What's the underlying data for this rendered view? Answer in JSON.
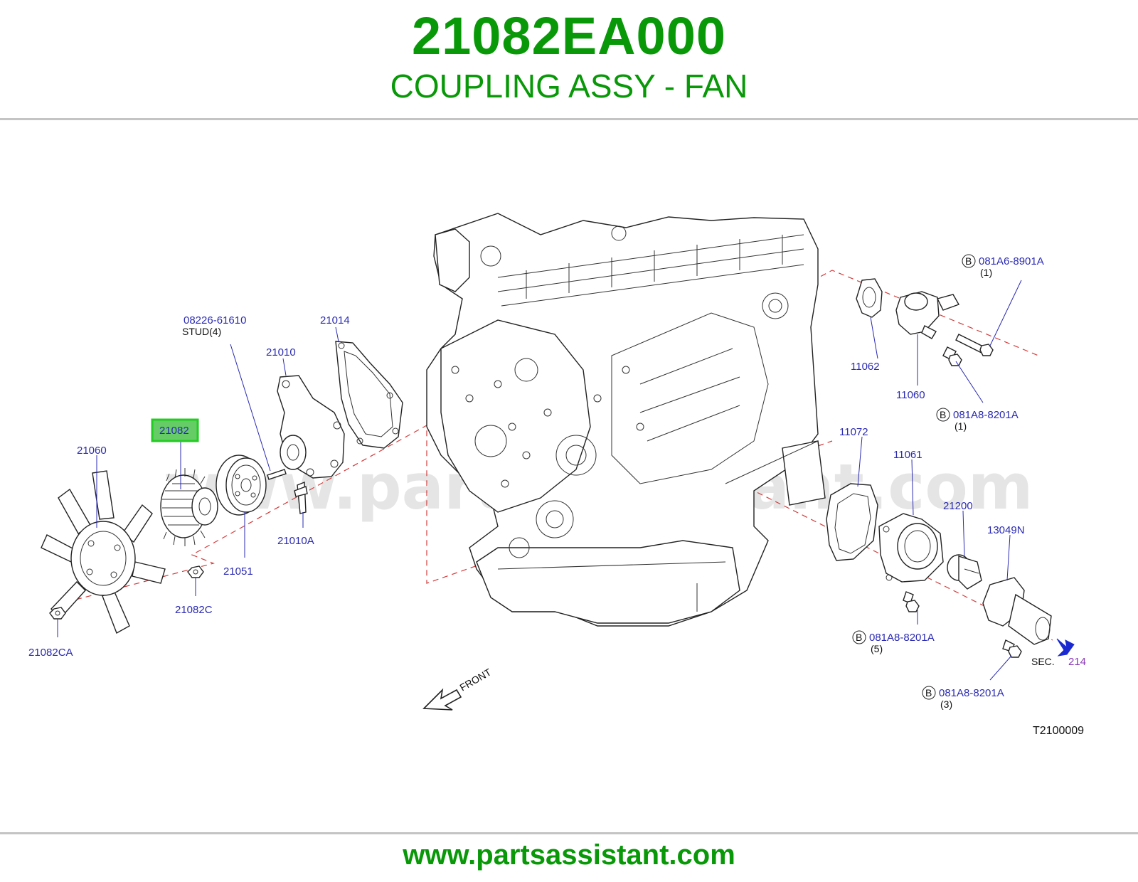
{
  "header": {
    "part_number": "21082EA000",
    "part_name": "COUPLING ASSY - FAN"
  },
  "watermark": "www.partsassistant.com",
  "footer": {
    "url": "www.partsassistant.com"
  },
  "diagram": {
    "highlight_color": "#22cc22",
    "label_color": "#2a2ab4",
    "callouts": {
      "c21060": "21060",
      "c21082": "21082",
      "c08226": "08226-61610",
      "stud": "STUD(4)",
      "c21014": "21014",
      "c21010": "21010",
      "c21051": "21051",
      "c21010A": "21010A",
      "c21082C": "21082C",
      "c21082CA": "21082CA",
      "c081A6": "081A6-8901A",
      "q1a": "(1)",
      "c11062": "11062",
      "c11060": "11060",
      "c081A8a": "081A8-8201A",
      "q1b": "(1)",
      "c11072": "11072",
      "c11061": "11061",
      "c21200": "21200",
      "c13049N": "13049N",
      "c081A8b": "081A8-8201A",
      "q5": "(5)",
      "sec": "SEC.",
      "sec_num": "214",
      "c081A8c": "081A8-8201A",
      "q3": "(3)",
      "code": "T2100009",
      "front": "FRONT",
      "b": "B"
    }
  }
}
